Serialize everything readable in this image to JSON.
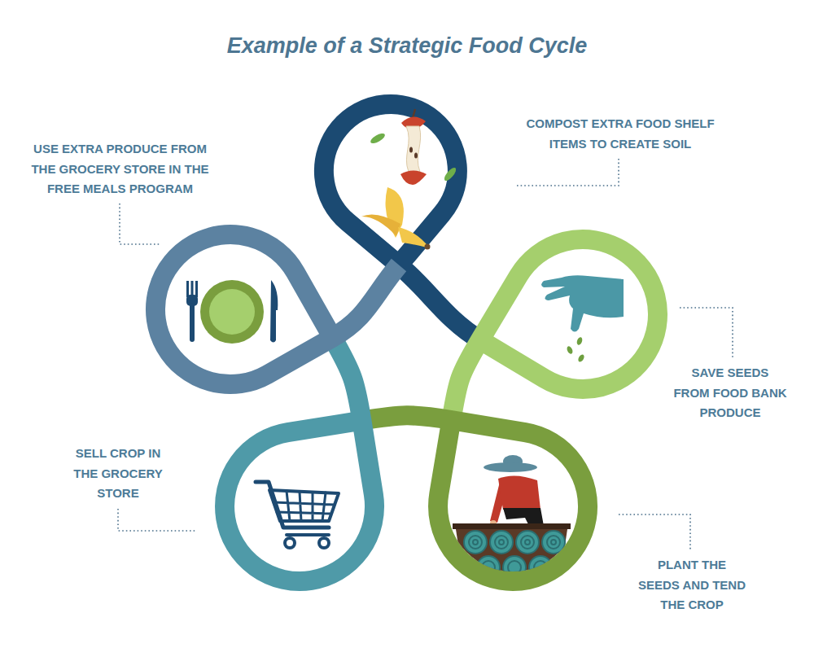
{
  "diagram": {
    "title": "Example of a Strategic Food Cycle",
    "nodes": [
      {
        "text": [
          "COMPOST EXTRA FOOD SHELF ITEMS TO CREATE SOIL"
        ]
      },
      {
        "text": [
          "SAVE SEEDS FROM FOOD BANK PRODUCE"
        ]
      },
      {
        "text": [
          "PLANT THE SEEDS AND TEND THE CROP"
        ]
      },
      {
        "text": [
          "SELL CROP IN THE GROCERY STORE"
        ]
      },
      {
        "text": [
          "USE EXTRA PRODUCE FROM THE GROCERY STORE IN THE FREE MEALS PROGRAM"
        ]
      }
    ]
  }
}
